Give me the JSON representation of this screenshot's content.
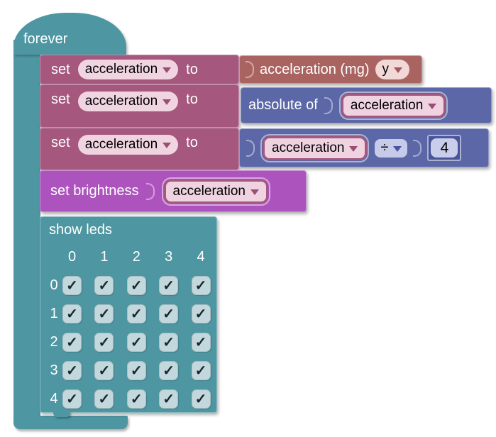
{
  "colors": {
    "loop_teal": "#4E96A2",
    "variable_mauve": "#A5577E",
    "input_red": "#A96360",
    "math_blue": "#5B67A6",
    "led_magenta": "#AD53BE",
    "dropdown_pink": "#F0D5E1",
    "dropdown_red": "#F2D8D6",
    "dropdown_blue": "#C5CBE8",
    "checkbox_fill": "#C3D8DD"
  },
  "forever_block": {
    "label": "forever"
  },
  "set_rows": [
    {
      "set": "set",
      "variable": "acceleration",
      "to": "to"
    },
    {
      "set": "set",
      "variable": "acceleration",
      "to": "to"
    },
    {
      "set": "set",
      "variable": "acceleration",
      "to": "to"
    }
  ],
  "value_blocks": {
    "acceleration_mg": {
      "label": "acceleration (mg)",
      "axis": "y"
    },
    "absolute_of": {
      "label": "absolute of",
      "variable": "acceleration"
    },
    "division": {
      "variable": "acceleration",
      "operator": "÷",
      "operand": "4"
    }
  },
  "set_brightness_block": {
    "label": "set brightness",
    "variable": "acceleration"
  },
  "show_leds_block": {
    "label": "show leds",
    "column_headers": [
      "0",
      "1",
      "2",
      "3",
      "4"
    ],
    "row_headers": [
      "0",
      "1",
      "2",
      "3",
      "4"
    ],
    "checkmark": "✓",
    "grid": [
      [
        true,
        true,
        true,
        true,
        true
      ],
      [
        true,
        true,
        true,
        true,
        true
      ],
      [
        true,
        true,
        true,
        true,
        true
      ],
      [
        true,
        true,
        true,
        true,
        true
      ],
      [
        true,
        true,
        true,
        true,
        true
      ]
    ]
  }
}
